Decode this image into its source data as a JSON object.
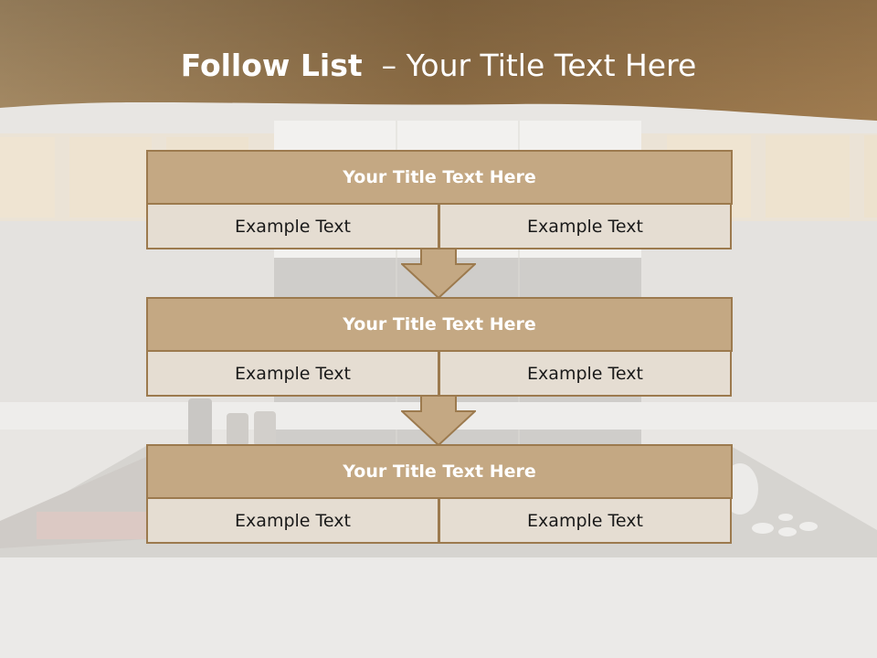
{
  "header": {
    "title_bold": "Follow List",
    "title_rest": "– Your Title Text Here"
  },
  "steps": [
    {
      "title": "Your Title Text Here",
      "left": "Example Text",
      "right": "Example Text"
    },
    {
      "title": "Your Title Text Here",
      "left": "Example Text",
      "right": "Example Text"
    },
    {
      "title": "Your Title Text Here",
      "left": "Example Text",
      "right": "Example Text"
    }
  ],
  "colors": {
    "header_brown": "#8a6a42",
    "box_title_fill": "#c4a883",
    "box_border": "#9c7a4e",
    "cell_fill": "#e5ddd2",
    "arrow_fill": "#c4a883"
  }
}
